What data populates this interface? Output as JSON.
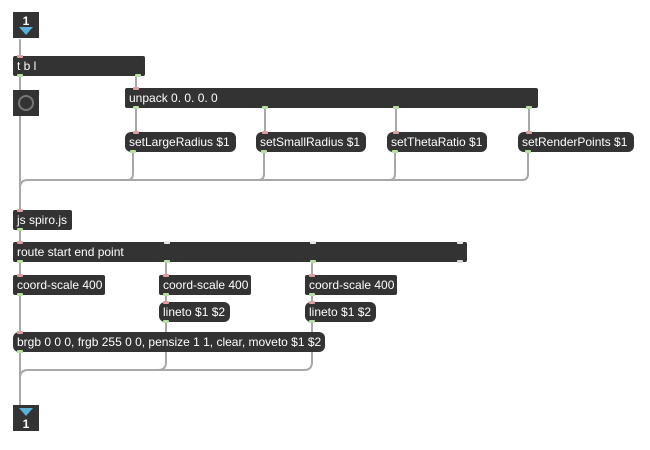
{
  "inlet": {
    "number": "1"
  },
  "outlet": {
    "number": "1"
  },
  "objects": {
    "tbl": "t b l",
    "unpack": "unpack 0. 0. 0. 0",
    "js": "js spiro.js",
    "route": "route start end point",
    "coord_scale_label": "coord-scale 400"
  },
  "messages": {
    "set_large_radius": "setLargeRadius $1",
    "set_small_radius": "setSmallRadius $1",
    "set_theta_ratio": "setThetaRatio $1",
    "set_render_points": "setRenderPoints $1",
    "lineto": "lineto $1 $2",
    "init": "brgb 0 0 0, frgb 255 0 0, pensize 1 1, clear, moveto $1 $2"
  },
  "colors": {
    "object_bg": "#333333",
    "cable": "#a8a8a8",
    "arrow": "#5ab0d8"
  }
}
